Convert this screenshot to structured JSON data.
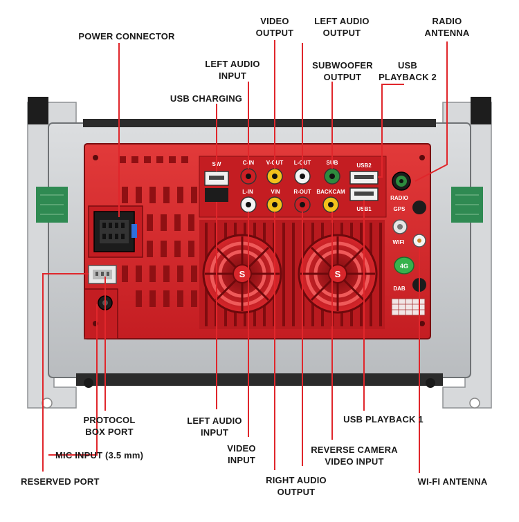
{
  "diagram": {
    "labels": {
      "power_connector": "POWER CONNECTOR",
      "video_output": "VIDEO\nOUTPUT",
      "left_audio_output": "LEFT AUDIO\nOUTPUT",
      "radio_antenna": "RADIO\nANTENNA",
      "left_audio_input_top": "LEFT AUDIO\nINPUT",
      "subwoofer_output": "SUBWOOFER\nOUTPUT",
      "usb_playback_2": "USB\nPLAYBACK 2",
      "usb_charging": "USB CHARGING",
      "protocol_box_port": "PROTOCOL\nBOX PORT",
      "mic_input": "MIC INPUT (3.5 mm)",
      "reserved_port": "RESERVED PORT",
      "left_audio_input_bottom": "LEFT AUDIO\nINPUT",
      "video_input": "VIDEO\nINPUT",
      "right_audio_output": "RIGHT AUDIO\nOUTPUT",
      "usb_playback_1": "USB PLAYBACK 1",
      "reverse_camera_video_input": "REVERSE CAMERA\nVIDEO INPUT",
      "wifi_antenna": "WI-FI ANTENNA"
    },
    "panel_text": {
      "sw": "SW",
      "c_in": "C-IN",
      "v_out": "V-OUT",
      "l_out": "L-OUT",
      "sub": "SUB",
      "l_in": "L-IN",
      "vin": "VIN",
      "r_out": "R-OUT",
      "backcam": "BACKCAM",
      "usb2": "USB2",
      "usb1": "USB1",
      "radio": "RADIO",
      "gps": "GPS",
      "wifi": "WIFI",
      "dab": "DAB",
      "fan_logo": "S",
      "badge": "4G"
    },
    "colors": {
      "panel_red": "#d8262b",
      "panel_dark_red": "#9e1515",
      "callout_line": "#e0262b",
      "rca_yellow": "#f2c21b",
      "rca_white": "#f4f4f4",
      "rca_red": "#cc1f24",
      "rca_green": "#2e8b3e",
      "housing_gray": "#c8cbcd",
      "bracket_gray": "#d7d9db",
      "pcb_green": "#2f8a52"
    }
  }
}
